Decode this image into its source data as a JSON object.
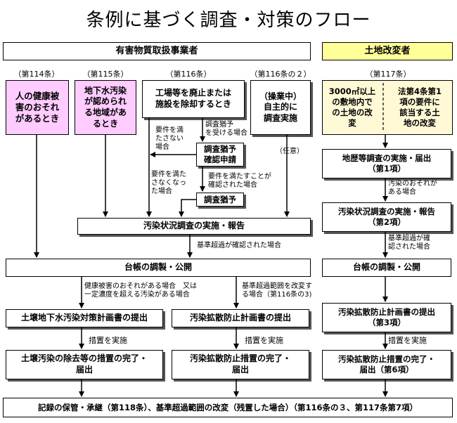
{
  "title": "条例に基づく調査・対策のフロー",
  "headers": {
    "operator": "有害物質取扱事業者",
    "land_changer": "土地改変者"
  },
  "articles": {
    "a114": "（第114条）",
    "a115": "（第115条）",
    "a116": "（第116条）",
    "a116_2": "（第116条の２）",
    "a117": "（第117条）"
  },
  "boxes": {
    "health_risk": "人の健康被\n害のおそれ\nがあるとき",
    "groundwater": "地下水汚染\nが認められ\nる地域があ\nるとき",
    "factory": "工場等を廃止または\n施設を除却するとき",
    "voluntary": "（操業中）\n自主的に\n調査実施",
    "over3000": "3000㎡以上\nの敷地内で\nの土地の改\n変",
    "art4": "法第4条第1\n項の要件に\n該当する土\n地の改変",
    "defer_apply": "調査猶予\n確認申請",
    "defer": "調査猶予",
    "history": "地歴等調査の実施・届出\n（第1項）",
    "status_survey_left": "汚染状況調査の実施・報告",
    "status_survey_right": "汚染状況調査の実施・報告\n（第2項）",
    "ledger_left": "台帳の調製・公開",
    "ledger_right": "台帳の調製・公開",
    "groundwater_plan": "土壌地下水汚染対策計画書の提出",
    "spread_plan": "汚染拡散防止計画書の提出",
    "spread_plan_right": "汚染拡散防止計画書の提出\n（第3項）",
    "removal_done": "土壌汚染の除去等の措置の完了・\n届出",
    "spread_done": "汚染拡散防止措置の完了・\n届出",
    "spread_done_right": "汚染拡散防止措置の完了・\n届出（第6項）",
    "records": "記録の保管・承継（第118条）、基準超過範囲の改変（残置した場合）（第116条の３、第117条第7項）"
  },
  "labels": {
    "not_met": "要件を満\nたさない\n場合",
    "receive_defer": "調査猶予\nを受ける場合",
    "optional": "（任意）",
    "no_longer_met": "要件を満た\nさなくなっ\nた場合",
    "confirmed_met": "要件を満たすことが\n確認された場合",
    "contam_risk": "汚染のおそれが\nある場合",
    "exceed_confirmed": "基準超過が確認された場合",
    "exceed_confirmed_right": "基準超過が確\n認された場合",
    "health_or_conc": "健康被害のおそれがある場合　又は\n一定濃度を超える汚染がある場合",
    "modify_area": "基準超過範囲を改変す\nる場合（第116条の3)",
    "measure1": "措置を実施",
    "measure2": "措置を実施",
    "measure3": "措置を実施"
  },
  "colors": {
    "pink": "#ffccff",
    "yellow": "#ffff99",
    "cream": "#fff9d6"
  }
}
